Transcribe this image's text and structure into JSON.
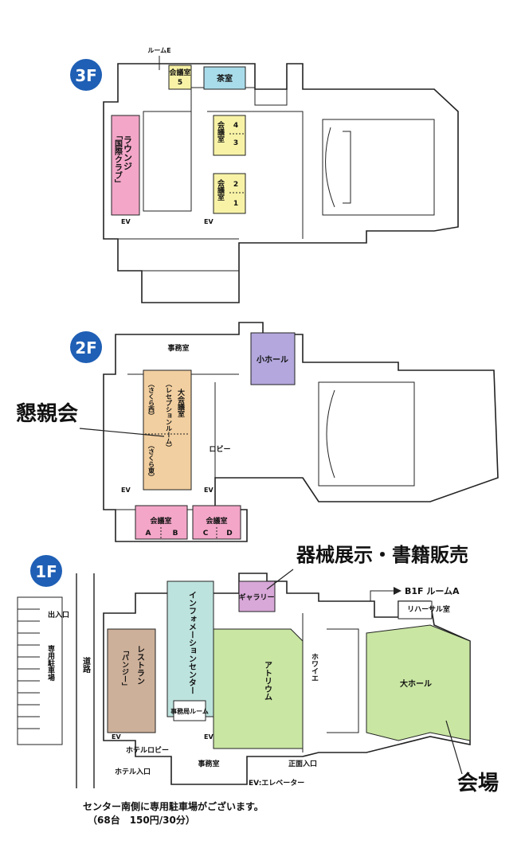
{
  "colors": {
    "floor_badge": "#1f5fb5",
    "pink": "#f3a6c8",
    "yellow": "#f7f2a6",
    "blue": "#a9dcea",
    "orange": "#f2cfa0",
    "purple": "#b3a7dd",
    "teal": "#bde3de",
    "green": "#c9e6a3",
    "brown": "#cdb09a",
    "lavender": "#d8a8d8"
  },
  "floor3": {
    "badge": "3F",
    "room_e": "ルームE",
    "kaigishitsu5_a": "会議室",
    "kaigishitsu5_b": "5",
    "chashitsu": "茶室",
    "lounge": "ラウンジ",
    "lounge_sub": "「国際クラブ」",
    "kaigi_43": "会議室",
    "n4": "4",
    "n3": "3",
    "kaigi_21": "会議室",
    "n2": "2",
    "n1": "1",
    "ev_left": "EV",
    "ev_right": "EV"
  },
  "floor2": {
    "badge": "2F",
    "jimushitsu": "事務室",
    "small_hall": "小ホール",
    "dai_kaigi": "大会議室",
    "reception": "（レセプションルーム）",
    "sakura_nishi": "（さくら西）",
    "sakura_higashi": "（さくら東）",
    "lobby": "ロビー",
    "ev_left": "EV",
    "ev_right": "EV",
    "kaigi_ab": "会議室",
    "a": "A",
    "b": "B",
    "kaigi_cd": "会議室",
    "c": "C",
    "d": "D",
    "annotation": "懇親会"
  },
  "floor1": {
    "badge": "1F",
    "annotation_top": "器械展示・書籍販売",
    "b1f": "B1F ルームA",
    "rehearsal": "リハーサル室",
    "gallery": "ギャラリー",
    "info_center": "インフォメーションセンター",
    "restaurant": "レストラン",
    "restaurant_sub": "「パンジー」",
    "atrium": "アトリウム",
    "foyer": "ホワイエ",
    "daihall": "大ホール",
    "jimukyoku": "事務局ルーム",
    "ev_left": "EV",
    "ev_right": "EV",
    "hotel_lobby": "ホテルロビー",
    "hotel_entrance": "ホテル入口",
    "jimushitsu": "事務室",
    "main_entrance": "正面入口",
    "ev_legend": "EV:エレベーター",
    "deiriguchi": "出入口",
    "parking": "専用駐車場",
    "road": "道路",
    "venue": "会場"
  },
  "footer": {
    "line1": "センター南側に専用駐車場がございます。",
    "line2": "（68台　150円/30分）"
  }
}
